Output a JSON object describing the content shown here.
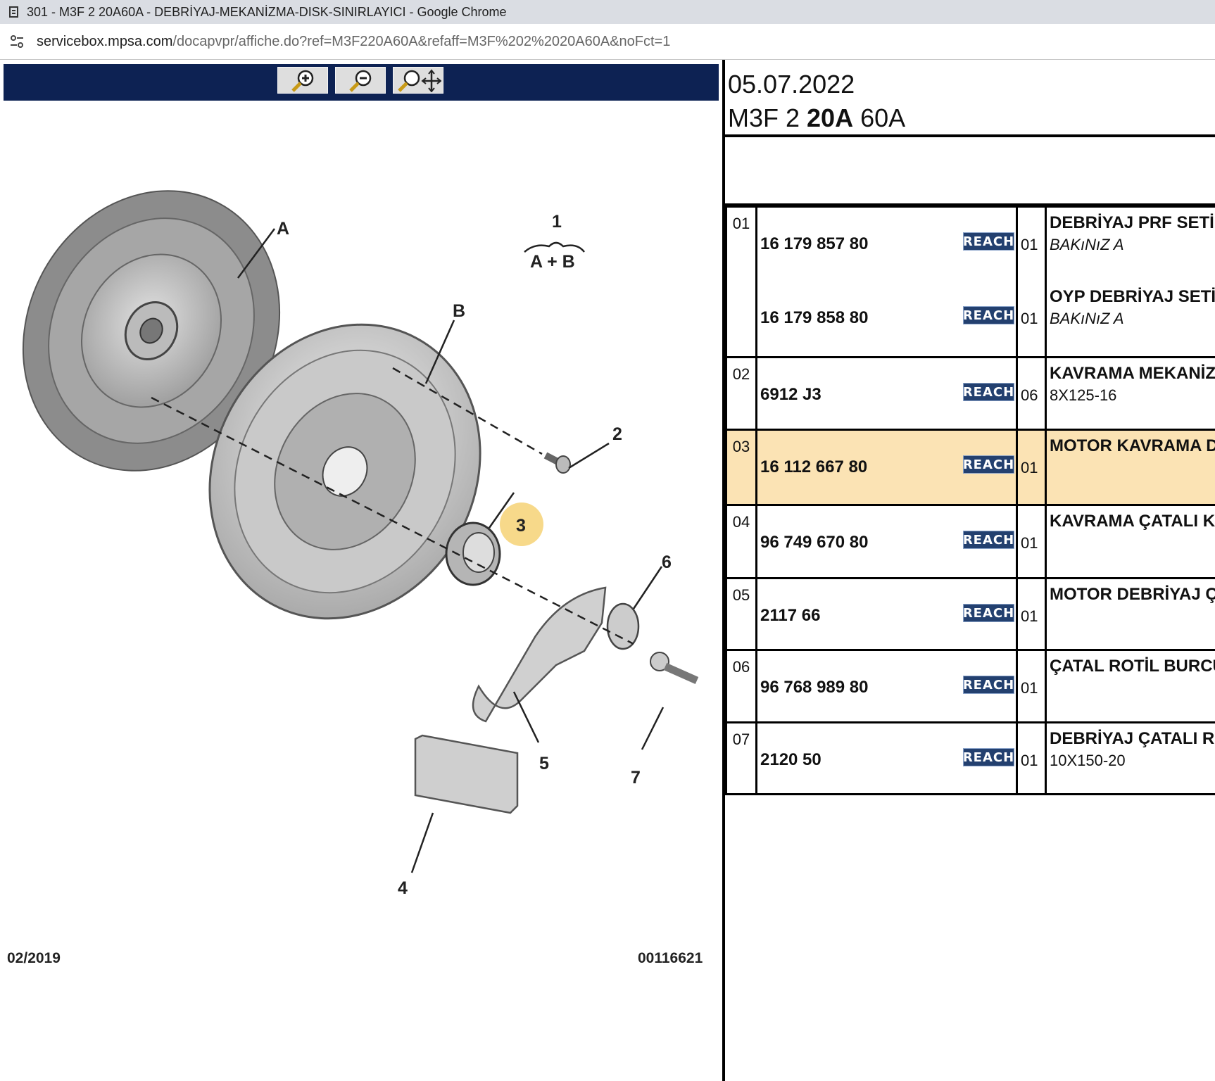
{
  "window": {
    "title": "301 - M3F 2 20A60A - DEBRİYAJ-MEKANİZMA-DISK-SINIRLAYICI - Google Chrome"
  },
  "address": {
    "host": "servicebox.mpsa.com",
    "path": "/docapvpr/affiche.do?ref=M3F220A60A&refaff=M3F%202%2020A60A&noFct=1"
  },
  "toolbar": {
    "zoom_in_icon": "zoom-in-icon",
    "zoom_out_icon": "zoom-out-icon",
    "pan_icon": "zoom-pan-icon"
  },
  "diagram": {
    "labels": [
      "A",
      "B",
      "1",
      "A + B",
      "2",
      "3",
      "4",
      "5",
      "6",
      "7"
    ],
    "highlight_color": "#f7d98a",
    "footer_date": "02/2019",
    "footer_code": "00116621"
  },
  "header": {
    "date": "05.07.2022",
    "ref_a": "M3F 2 ",
    "ref_b": "20A",
    "ref_c": " 60A"
  },
  "reach_label": "REACH",
  "colors": {
    "toolbar": "#0d2253",
    "reach_badge": "#23406f",
    "highlight_row": "#fbe3b4"
  },
  "parts": [
    {
      "pos": "01",
      "items": [
        {
          "pn": "16 179 857 80",
          "qty": "01",
          "desc": "DEBRİYAJ PRF SETİ",
          "sub": "BAKıNıZ A"
        },
        {
          "pn": "16 179 858 80",
          "qty": "01",
          "desc": "OYP DEBRİYAJ SETİ",
          "sub": "BAKıNıZ A"
        }
      ]
    },
    {
      "pos": "02",
      "items": [
        {
          "pn": "6912 J3",
          "qty": "06",
          "desc": "KAVRAMA MEKANİZM",
          "sub": "8X125-16"
        }
      ]
    },
    {
      "pos": "03",
      "items": [
        {
          "pn": "16 112 667 80",
          "qty": "01",
          "desc": "MOTOR KAVRAMA DA",
          "sub": ""
        }
      ]
    },
    {
      "pos": "04",
      "items": [
        {
          "pn": "96 749 670 80",
          "qty": "01",
          "desc": "KAVRAMA ÇATALI KÖ",
          "sub": ""
        }
      ]
    },
    {
      "pos": "05",
      "items": [
        {
          "pn": "2117 66",
          "qty": "01",
          "desc": "MOTOR DEBRİYAJ ÇA",
          "sub": ""
        }
      ]
    },
    {
      "pos": "06",
      "items": [
        {
          "pn": "96 768 989 80",
          "qty": "01",
          "desc": "ÇATAL ROTİL BURCU",
          "sub": ""
        }
      ]
    },
    {
      "pos": "07",
      "items": [
        {
          "pn": "2120 50",
          "qty": "01",
          "desc": "DEBRİYAJ ÇATALI RO",
          "sub": "10X150-20"
        }
      ]
    }
  ]
}
